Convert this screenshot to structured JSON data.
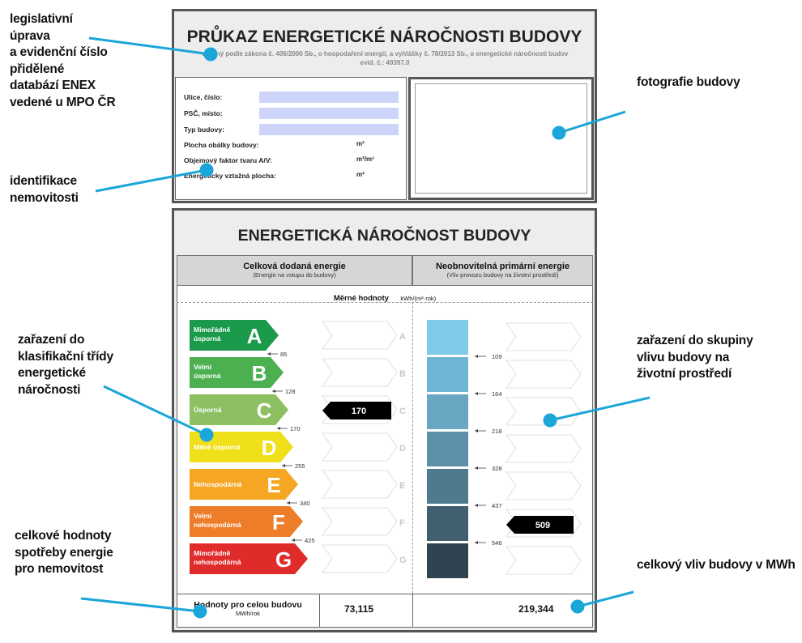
{
  "callouts": {
    "legislative": [
      "legislativní",
      "úprava",
      "a evidenční číslo",
      "přidělené",
      "databází ENEX",
      "vedené u MPO ČR"
    ],
    "identification": [
      "identifikace",
      "nemovitosti"
    ],
    "classification": [
      "zařazení do",
      "klasifikační třídy",
      "energetické",
      "náročnosti"
    ],
    "totals": [
      "celkové hodnoty",
      "spotřeby energie",
      "pro nemovitost"
    ],
    "photo": [
      "fotografie budovy"
    ],
    "environment": [
      "zařazení do skupiny",
      "vlivu budovy na",
      "životní prostředí"
    ],
    "impact": [
      "celkový vliv budovy v MWh"
    ]
  },
  "certificate": {
    "title": "PRŮKAZ ENERGETICKÉ NÁROČNOSTI BUDOVY",
    "subtitle": "vydaný podle zákona č. 406/2000 Sb., o hospodaření energií, a vyhlášky č. 78/2013 Sb., o energetické náročnosti budov",
    "evid": "evid. č.: 49397.0",
    "fields": {
      "street": "Ulice, číslo:",
      "zip": "PSČ, místo:",
      "type": "Typ budovy:",
      "envelope": "Plocha obálky budovy:",
      "shape": "Objemový faktor tvaru A/V:",
      "area": "Energeticky vztažná plocha:"
    },
    "units": {
      "m2": "m²",
      "m2m3": "m²/m³",
      "m2b": "m²"
    }
  },
  "performance": {
    "title": "ENERGETICKÁ NÁROČNOST BUDOVY",
    "left_header": "Celková dodaná energie",
    "left_sub": "(Energie na vstupu do budovy)",
    "right_header": "Neobnovitelná primární energie",
    "right_sub": "(Vliv provozu budovy na životní prostředí)",
    "specific_label": "Měrné hodnoty",
    "specific_unit": "kWh/(m²·rok)",
    "classes": [
      {
        "label1": "Mimořádně",
        "label2": "úsporná",
        "letter": "A",
        "color": "#1a9a4a"
      },
      {
        "label1": "Velmi",
        "label2": "úsporná",
        "letter": "B",
        "color": "#4cb050"
      },
      {
        "label1": "Úsporná",
        "label2": "",
        "letter": "C",
        "color": "#8cc063"
      },
      {
        "label1": "Méně úsporná",
        "label2": "",
        "letter": "D",
        "color": "#f0e01a"
      },
      {
        "label1": "Nehospodárná",
        "label2": "",
        "letter": "E",
        "color": "#f5a623"
      },
      {
        "label1": "Velmi",
        "label2": "nehospodárná",
        "letter": "F",
        "color": "#ee7d2a"
      },
      {
        "label1": "Mimořádně",
        "label2": "nehospodárná",
        "letter": "G",
        "color": "#e02b2b"
      }
    ],
    "left_ticks": [
      "85",
      "128",
      "170",
      "255",
      "340",
      "425"
    ],
    "right_ticks": [
      "109",
      "164",
      "218",
      "328",
      "437",
      "546"
    ],
    "right_colors": [
      "#7ecae8",
      "#6eb4d4",
      "#68a6c2",
      "#5c8fa8",
      "#4f7a8e",
      "#425f70",
      "#2f4350"
    ],
    "ghost_letters": [
      "A",
      "B",
      "C",
      "D",
      "E",
      "F",
      "G"
    ],
    "left_value": "170",
    "right_value": "509",
    "totals_label": "Hodnoty pro celou budovu",
    "totals_unit": "MWh/rok",
    "left_total": "73,115",
    "right_total": "219,344"
  }
}
